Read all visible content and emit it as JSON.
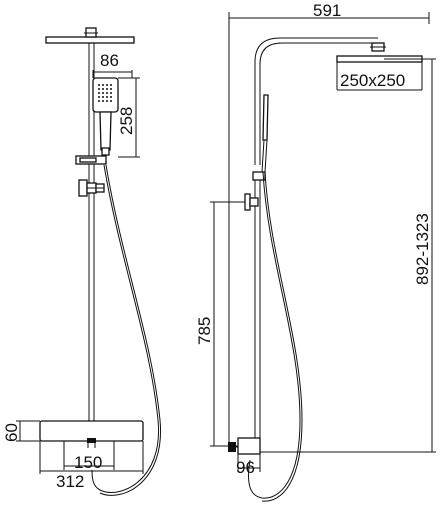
{
  "drawing": {
    "front_view": {
      "hand_shower_width": "86",
      "hand_shower_height": "258",
      "mixer_height": "60",
      "mixer_inner_width": "150",
      "mixer_outer_width": "312"
    },
    "side_view": {
      "arm_length": "591",
      "head_size": "250x250",
      "total_height": "892-1323",
      "outlet_height": "785",
      "wall_offset": "96"
    }
  }
}
